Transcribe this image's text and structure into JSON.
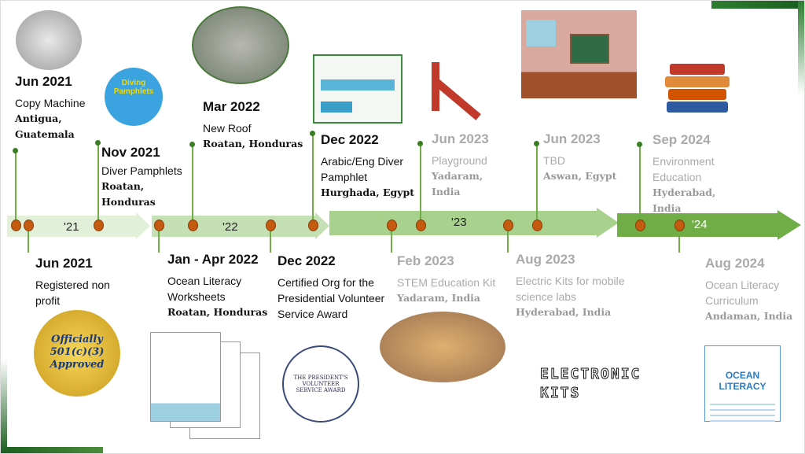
{
  "years": [
    "'21",
    "'22",
    "'23",
    "'24"
  ],
  "colors": {
    "segment1": "#e2efd9",
    "segment2": "#c5e0b4",
    "segment3": "#a9d18e",
    "segment4": "#70ad47",
    "dot": "#c55a11",
    "stem": "#70ad47"
  },
  "top_events": [
    {
      "date": "Jun 2021",
      "title": "Copy Machine",
      "location": "Antigua, Guatemala"
    },
    {
      "date": "Nov 2021",
      "title": "Diver Pamphlets",
      "location": "Roatan, Honduras"
    },
    {
      "date": "Mar 2022",
      "title": "New Roof",
      "location": "Roatan, Honduras"
    },
    {
      "date": "Dec 2022",
      "title": "Arabic/Eng Diver Pamphlet",
      "location": "Hurghada, Egypt"
    },
    {
      "date": "Jun 2023",
      "title": "Playground",
      "location": "Yadaram, India"
    },
    {
      "date": "Jun 2023",
      "title": "TBD",
      "location": "Aswan, Egypt"
    },
    {
      "date": "Sep 2024",
      "title": "Environment Education",
      "location": "Hyderabad, India"
    }
  ],
  "bottom_events": [
    {
      "date": "Jun 2021",
      "title": "Registered non profit",
      "location": ""
    },
    {
      "date": "Jan - Apr 2022",
      "title": "Ocean Literacy Worksheets",
      "location": "Roatan, Honduras"
    },
    {
      "date": "Dec 2022",
      "title": "Certified Org for the Presidential Volunteer Service Award",
      "location": ""
    },
    {
      "date": "Feb 2023",
      "title": "STEM Education Kit",
      "location": "Yadaram, India"
    },
    {
      "date": "Aug 2023",
      "title": "Electric Kits for mobile science labs",
      "location": "Hyderabad, India"
    },
    {
      "date": "Aug 2024",
      "title": "Ocean Literacy Curriculum",
      "location": "Andaman, India"
    }
  ],
  "images": {
    "seal": "Officially 501(c)(3) Approved",
    "pamphlet_logo": "Diving Pamphlets",
    "award": "THE PRESIDENT'S VOLUNTEER SERVICE AWARD",
    "electronic_kits": "ELECTRONIC KITS",
    "ocean_literacy": "OCEAN LITERACY"
  }
}
